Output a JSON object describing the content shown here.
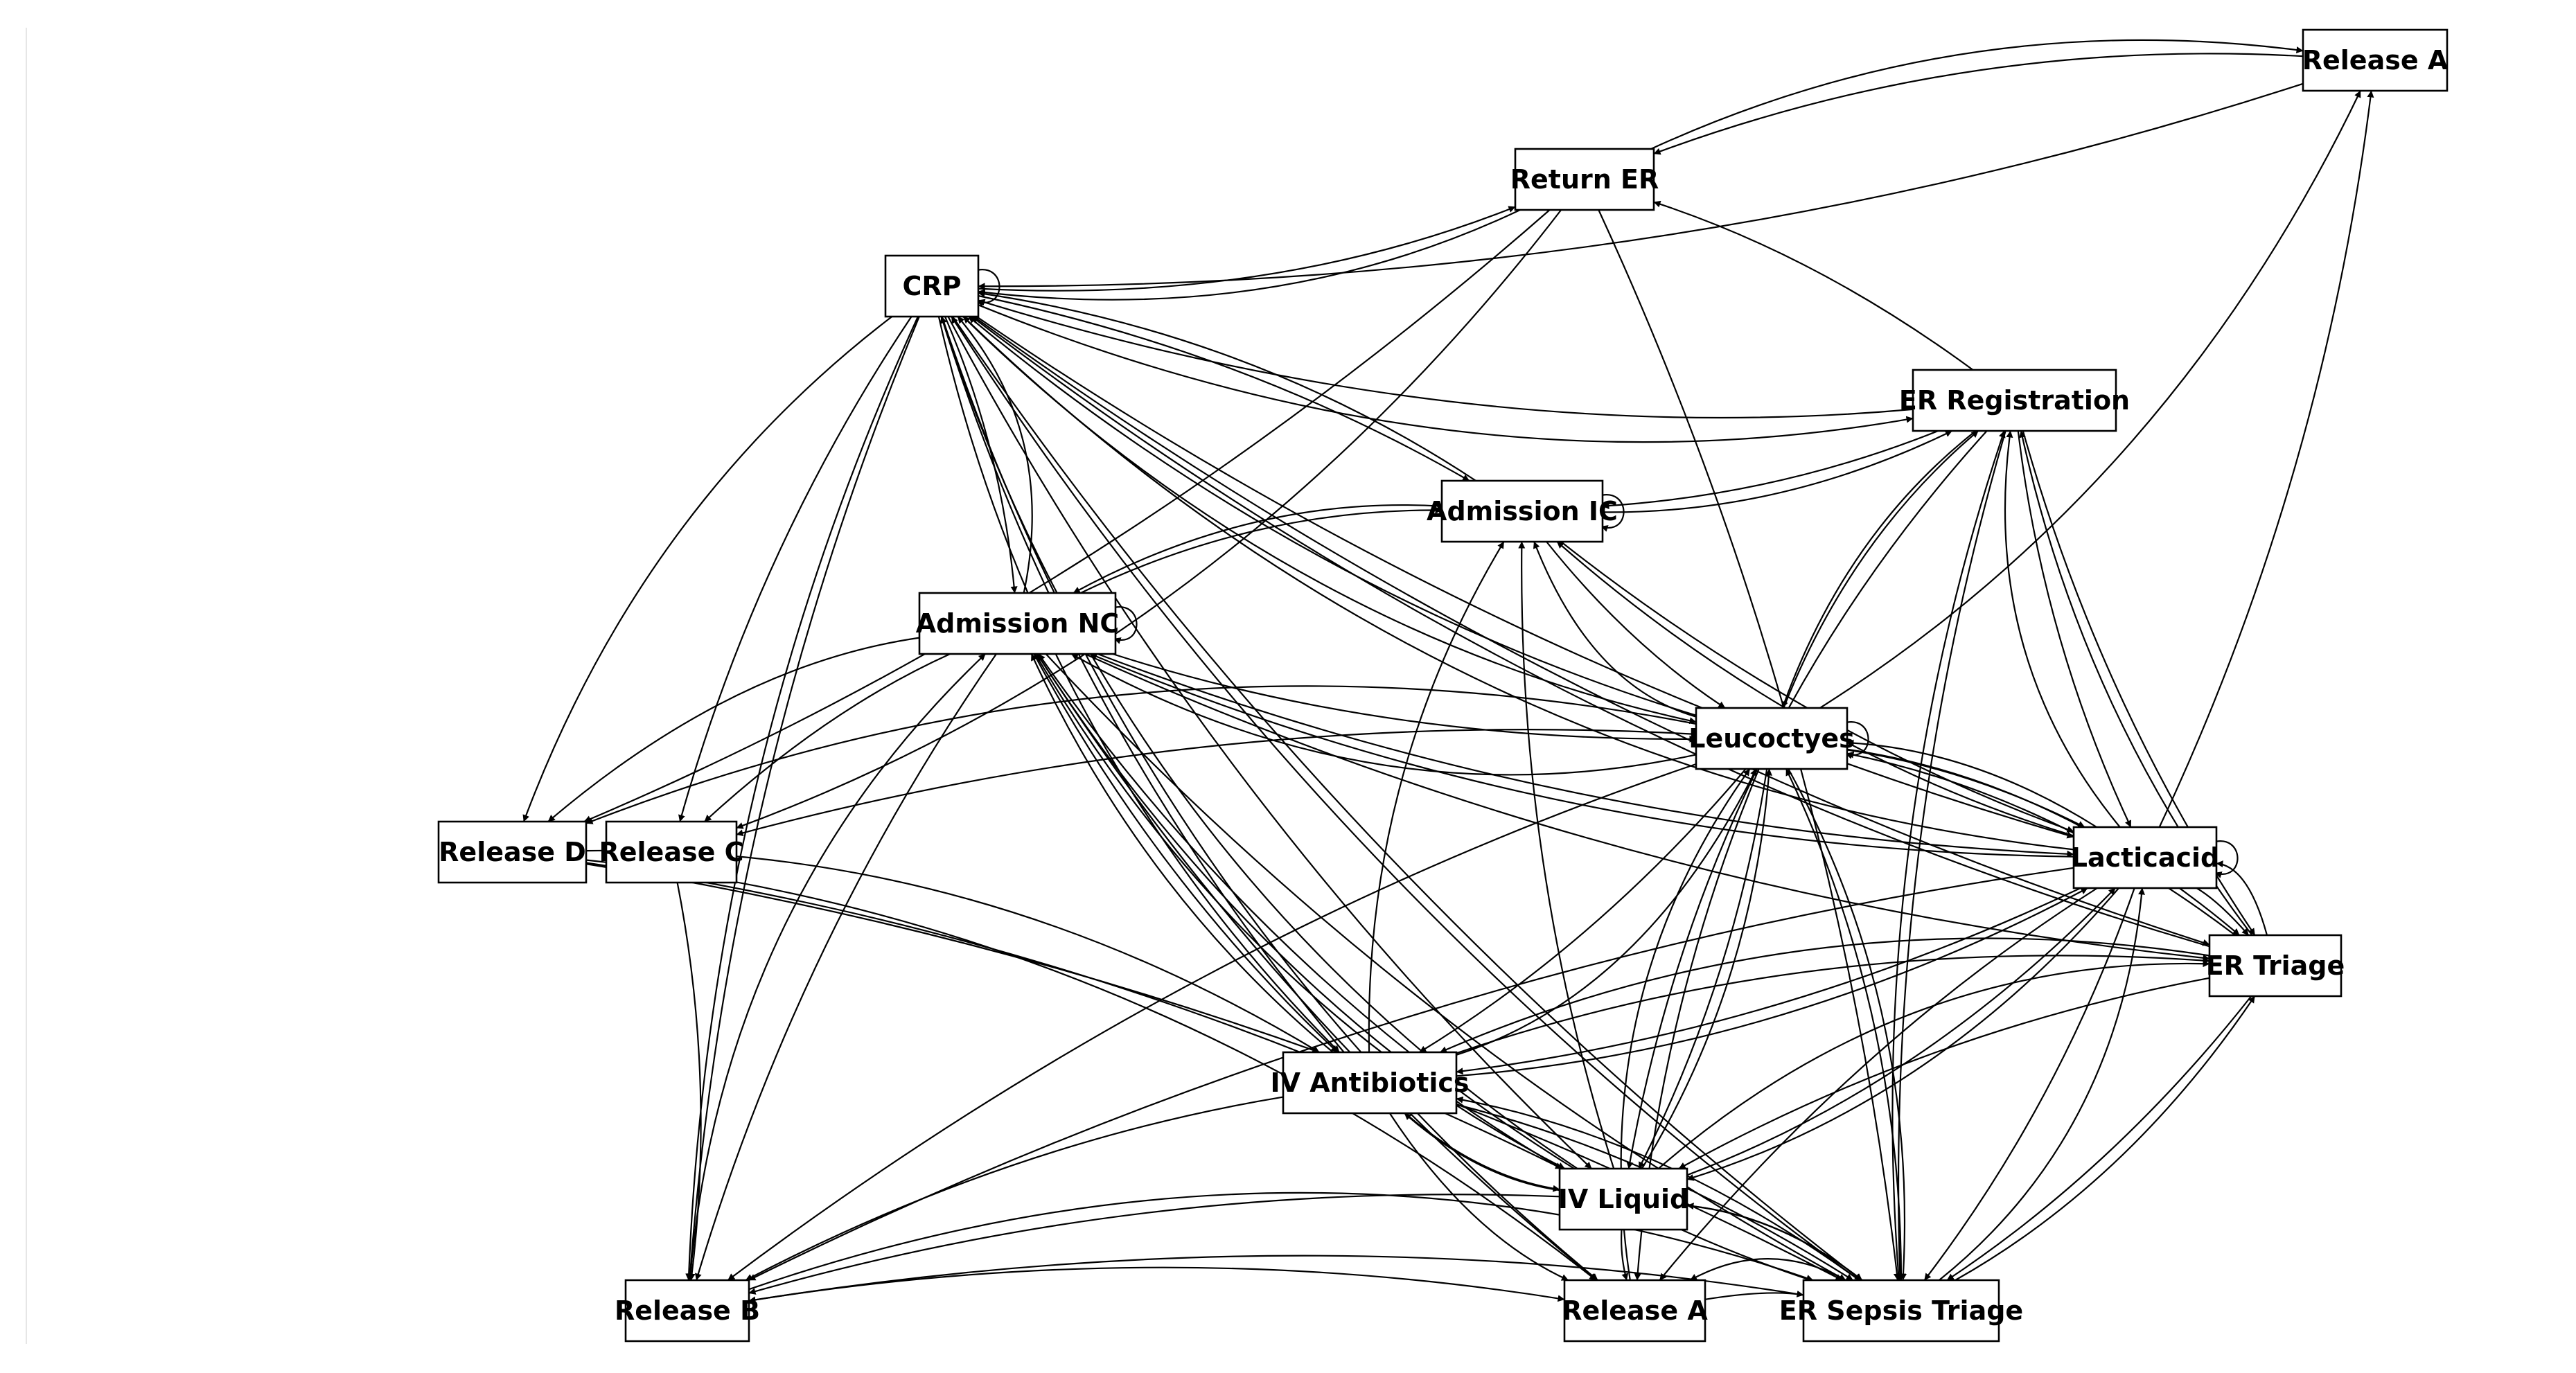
{
  "diagram": {
    "type": "directed process graph",
    "nodes": [
      {
        "id": "release_a_top",
        "label": "Release A"
      },
      {
        "id": "return_er",
        "label": "Return ER"
      },
      {
        "id": "crp",
        "label": "CRP"
      },
      {
        "id": "er_registration",
        "label": "ER Registration"
      },
      {
        "id": "admission_ic",
        "label": "Admission IC"
      },
      {
        "id": "admission_nc",
        "label": "Admission NC"
      },
      {
        "id": "leucocytes",
        "label": "Leucoctyes"
      },
      {
        "id": "release_d",
        "label": "Release D"
      },
      {
        "id": "release_c",
        "label": "Release C"
      },
      {
        "id": "lacticacid",
        "label": "Lacticacid"
      },
      {
        "id": "er_triage",
        "label": "ER Triage"
      },
      {
        "id": "iv_antibiotics",
        "label": "IV Antibiotics"
      },
      {
        "id": "iv_liquid",
        "label": "IV Liquid"
      },
      {
        "id": "release_b",
        "label": "Release B"
      },
      {
        "id": "release_a_bottom",
        "label": "Release A"
      },
      {
        "id": "er_sepsis_triage",
        "label": "ER Sepsis Triage"
      }
    ],
    "self_loops": [
      "crp",
      "admission_ic",
      "admission_nc",
      "leucocytes",
      "lacticacid"
    ],
    "edges": [
      [
        "return_er",
        "release_a_top"
      ],
      [
        "release_a_top",
        "return_er"
      ],
      [
        "release_a_top",
        "crp"
      ],
      [
        "return_er",
        "crp"
      ],
      [
        "crp",
        "return_er"
      ],
      [
        "return_er",
        "release_d"
      ],
      [
        "return_er",
        "release_c"
      ],
      [
        "er_registration",
        "return_er"
      ],
      [
        "return_er",
        "er_sepsis_triage"
      ],
      [
        "crp",
        "er_registration"
      ],
      [
        "er_registration",
        "crp"
      ],
      [
        "crp",
        "admission_nc"
      ],
      [
        "admission_nc",
        "crp"
      ],
      [
        "crp",
        "admission_ic"
      ],
      [
        "admission_ic",
        "crp"
      ],
      [
        "crp",
        "leucocytes"
      ],
      [
        "leucocytes",
        "crp"
      ],
      [
        "crp",
        "lacticacid"
      ],
      [
        "lacticacid",
        "crp"
      ],
      [
        "crp",
        "er_triage"
      ],
      [
        "er_triage",
        "crp"
      ],
      [
        "crp",
        "release_d"
      ],
      [
        "crp",
        "release_c"
      ],
      [
        "crp",
        "release_b"
      ],
      [
        "crp",
        "iv_antibiotics"
      ],
      [
        "iv_antibiotics",
        "crp"
      ],
      [
        "crp",
        "iv_liquid"
      ],
      [
        "iv_liquid",
        "crp"
      ],
      [
        "crp",
        "er_sepsis_triage"
      ],
      [
        "er_sepsis_triage",
        "crp"
      ],
      [
        "crp",
        "release_a_bottom"
      ],
      [
        "er_registration",
        "admission_ic"
      ],
      [
        "admission_ic",
        "er_registration"
      ],
      [
        "er_registration",
        "leucocytes"
      ],
      [
        "leucocytes",
        "er_registration"
      ],
      [
        "er_registration",
        "lacticacid"
      ],
      [
        "lacticacid",
        "er_registration"
      ],
      [
        "er_registration",
        "er_triage"
      ],
      [
        "er_triage",
        "er_registration"
      ],
      [
        "er_registration",
        "iv_liquid"
      ],
      [
        "er_registration",
        "er_sepsis_triage"
      ],
      [
        "er_sepsis_triage",
        "er_registration"
      ],
      [
        "admission_ic",
        "admission_nc"
      ],
      [
        "admission_nc",
        "admission_ic"
      ],
      [
        "admission_ic",
        "leucocytes"
      ],
      [
        "leucocytes",
        "admission_ic"
      ],
      [
        "admission_ic",
        "lacticacid"
      ],
      [
        "lacticacid",
        "admission_ic"
      ],
      [
        "iv_antibiotics",
        "admission_ic"
      ],
      [
        "iv_liquid",
        "admission_ic"
      ],
      [
        "admission_nc",
        "leucocytes"
      ],
      [
        "leucocytes",
        "admission_nc"
      ],
      [
        "admission_nc",
        "lacticacid"
      ],
      [
        "lacticacid",
        "admission_nc"
      ],
      [
        "admission_nc",
        "release_d"
      ],
      [
        "admission_nc",
        "release_c"
      ],
      [
        "admission_nc",
        "release_b"
      ],
      [
        "release_b",
        "admission_nc"
      ],
      [
        "admission_nc",
        "iv_antibiotics"
      ],
      [
        "iv_antibiotics",
        "admission_nc"
      ],
      [
        "admission_nc",
        "iv_liquid"
      ],
      [
        "iv_liquid",
        "admission_nc"
      ],
      [
        "admission_nc",
        "er_sepsis_triage"
      ],
      [
        "er_sepsis_triage",
        "admission_nc"
      ],
      [
        "admission_nc",
        "release_a_bottom"
      ],
      [
        "admission_nc",
        "er_triage"
      ],
      [
        "leucocytes",
        "release_d"
      ],
      [
        "leucocytes",
        "release_c"
      ],
      [
        "leucocytes",
        "release_b"
      ],
      [
        "leucocytes",
        "release_a_top"
      ],
      [
        "leucocytes",
        "lacticacid"
      ],
      [
        "lacticacid",
        "leucocytes"
      ],
      [
        "leucocytes",
        "er_triage"
      ],
      [
        "er_triage",
        "leucocytes"
      ],
      [
        "leucocytes",
        "iv_antibiotics"
      ],
      [
        "iv_antibiotics",
        "leucocytes"
      ],
      [
        "leucocytes",
        "iv_liquid"
      ],
      [
        "iv_liquid",
        "leucocytes"
      ],
      [
        "leucocytes",
        "er_sepsis_triage"
      ],
      [
        "er_sepsis_triage",
        "leucocytes"
      ],
      [
        "leucocytes",
        "release_a_bottom"
      ],
      [
        "release_a_bottom",
        "leucocytes"
      ],
      [
        "lacticacid",
        "release_a_top"
      ],
      [
        "lacticacid",
        "er_triage"
      ],
      [
        "er_triage",
        "lacticacid"
      ],
      [
        "lacticacid",
        "iv_antibiotics"
      ],
      [
        "iv_antibiotics",
        "lacticacid"
      ],
      [
        "lacticacid",
        "iv_liquid"
      ],
      [
        "iv_liquid",
        "lacticacid"
      ],
      [
        "lacticacid",
        "er_sepsis_triage"
      ],
      [
        "er_sepsis_triage",
        "lacticacid"
      ],
      [
        "lacticacid",
        "release_b"
      ],
      [
        "lacticacid",
        "release_a_bottom"
      ],
      [
        "er_triage",
        "iv_antibiotics"
      ],
      [
        "iv_antibiotics",
        "er_triage"
      ],
      [
        "er_triage",
        "iv_liquid"
      ],
      [
        "iv_liquid",
        "er_triage"
      ],
      [
        "er_triage",
        "er_sepsis_triage"
      ],
      [
        "er_sepsis_triage",
        "er_triage"
      ],
      [
        "iv_antibiotics",
        "iv_liquid"
      ],
      [
        "iv_liquid",
        "iv_antibiotics"
      ],
      [
        "iv_antibiotics",
        "release_b"
      ],
      [
        "iv_antibiotics",
        "release_a_bottom"
      ],
      [
        "iv_antibiotics",
        "er_sepsis_triage"
      ],
      [
        "er_sepsis_triage",
        "iv_antibiotics"
      ],
      [
        "release_d",
        "iv_antibiotics"
      ],
      [
        "release_d",
        "iv_liquid"
      ],
      [
        "release_d",
        "er_sepsis_triage"
      ],
      [
        "release_d",
        "release_a_bottom"
      ],
      [
        "iv_liquid",
        "release_b"
      ],
      [
        "iv_liquid",
        "release_a_bottom"
      ],
      [
        "iv_liquid",
        "er_sepsis_triage"
      ],
      [
        "er_sepsis_triage",
        "iv_liquid"
      ],
      [
        "er_sepsis_triage",
        "release_b"
      ],
      [
        "release_b",
        "er_sepsis_triage"
      ],
      [
        "release_b",
        "release_a_bottom"
      ],
      [
        "release_a_bottom",
        "er_sepsis_triage"
      ],
      [
        "er_sepsis_triage",
        "release_a_bottom"
      ],
      [
        "crp",
        "release_b"
      ],
      [
        "release_c",
        "release_b"
      ]
    ]
  }
}
